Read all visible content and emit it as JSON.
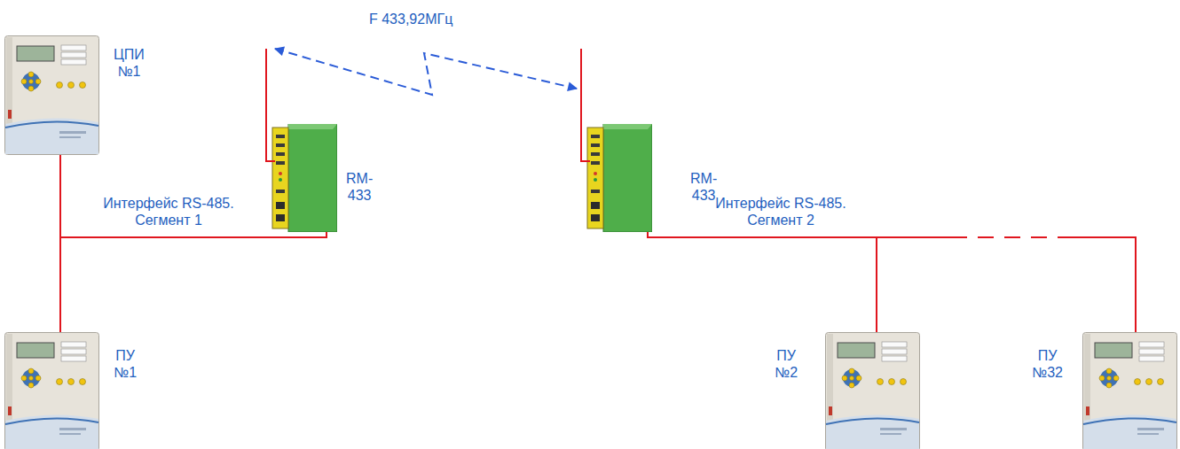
{
  "diagram": {
    "nodes": [
      {
        "text": [
          "ЦПИ №1"
        ]
      },
      {
        "text": [
          "RM-433"
        ]
      },
      {
        "text": [
          "RM-433"
        ]
      },
      {
        "text": [
          "ПУ №1"
        ]
      },
      {
        "text": [
          "ПУ №2"
        ]
      },
      {
        "text": [
          "ПУ №32"
        ]
      }
    ],
    "edges": [
      {
        "from": 0,
        "to": 3,
        "arrow": "none"
      },
      {
        "from": 0,
        "to": 1,
        "arrow": "none"
      },
      {
        "from": 3,
        "to": 1,
        "arrow": "none"
      },
      {
        "from": 1,
        "to": 2,
        "arrow": "both",
        "label": "F 433,92МГц"
      },
      {
        "from": 2,
        "to": 4,
        "arrow": "none"
      },
      {
        "from": 2,
        "to": 5,
        "arrow": "none"
      }
    ],
    "labels": [
      "Интерфейс RS-485. Сегмент 1",
      "Интерфейс RS-485. Сегмент 2"
    ]
  }
}
